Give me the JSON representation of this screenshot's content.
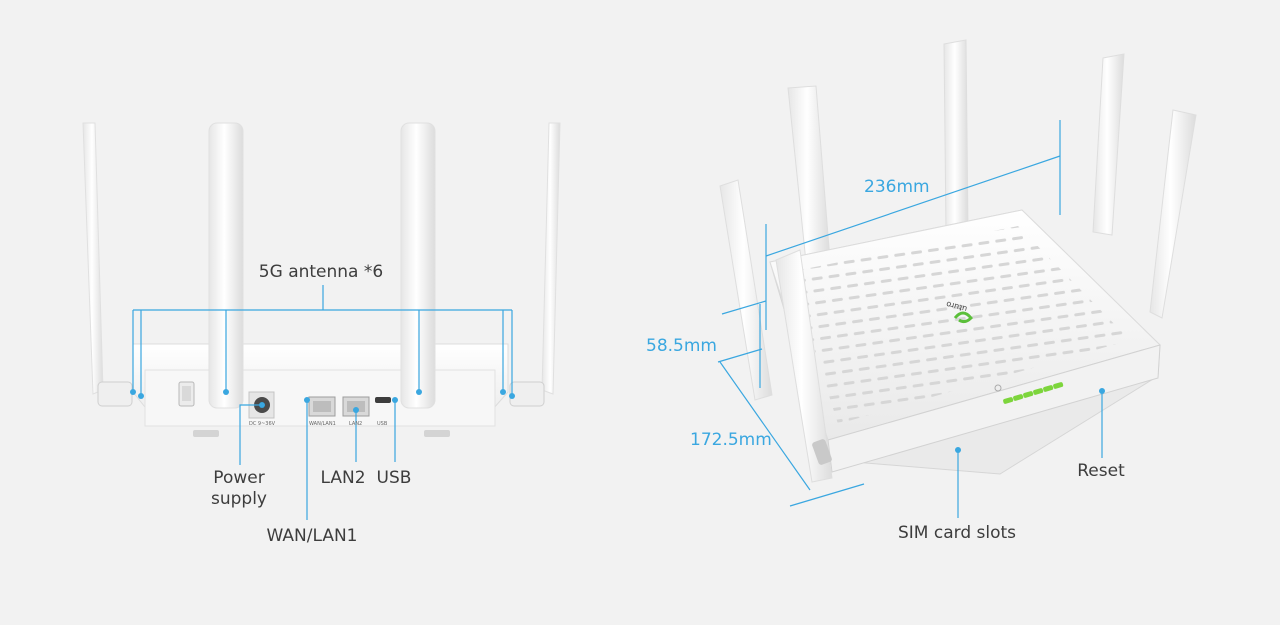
{
  "product_figure": {
    "rear_view": {
      "antenna_label": "5G antenna *6",
      "callouts": {
        "power": "Power\nsupply",
        "wan": "WAN/LAN1",
        "lan2": "LAN2",
        "usb": "USB"
      },
      "port_marks": {
        "dc": "DC 9~36V",
        "wan": "WAN/LAN1",
        "lan2": "LAN2",
        "usb": "USB"
      }
    },
    "angled_view": {
      "dimensions": {
        "width": "236mm",
        "height": "58.5mm",
        "depth": "172.5mm"
      },
      "callouts": {
        "sim": "SIM card slots",
        "reset": "Reset"
      },
      "brand_mark": "uturo"
    },
    "colors": {
      "background": "#f2f2f2",
      "accent_line": "#3aa7e0",
      "device_body": "#ffffff",
      "led": "#7dd53c"
    }
  }
}
